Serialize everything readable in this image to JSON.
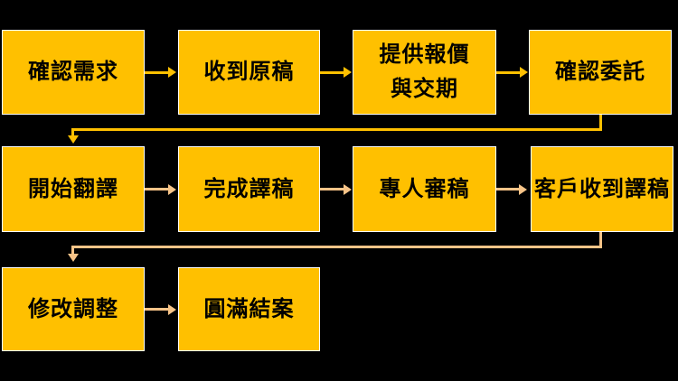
{
  "flowchart": {
    "nodes": [
      {
        "id": "confirm-requirements",
        "label": "確認需求"
      },
      {
        "id": "receive-original",
        "label": "收到原稿"
      },
      {
        "id": "provide-quote-delivery",
        "label": "提供報價\n與交期"
      },
      {
        "id": "confirm-commission",
        "label": "確認委託"
      },
      {
        "id": "start-translation",
        "label": "開始翻譯"
      },
      {
        "id": "complete-draft",
        "label": "完成譯稿"
      },
      {
        "id": "expert-review",
        "label": "專人審稿"
      },
      {
        "id": "client-receives-draft",
        "label": "客戶收到譯稿"
      },
      {
        "id": "revise-adjust",
        "label": "修改調整"
      },
      {
        "id": "successful-closure",
        "label": "圓滿結案"
      }
    ],
    "edges": [
      {
        "from": "confirm-requirements",
        "to": "receive-original"
      },
      {
        "from": "receive-original",
        "to": "provide-quote-delivery"
      },
      {
        "from": "provide-quote-delivery",
        "to": "confirm-commission"
      },
      {
        "from": "confirm-commission",
        "to": "start-translation"
      },
      {
        "from": "start-translation",
        "to": "complete-draft"
      },
      {
        "from": "complete-draft",
        "to": "expert-review"
      },
      {
        "from": "expert-review",
        "to": "client-receives-draft"
      },
      {
        "from": "client-receives-draft",
        "to": "revise-adjust"
      },
      {
        "from": "revise-adjust",
        "to": "successful-closure"
      }
    ]
  },
  "colors": {
    "background": "#000000",
    "box_fill": "#FFC000",
    "box_border": "#FFFFFF",
    "arrow_primary": "#FFC000",
    "arrow_secondary": "#F7C488",
    "text": "#000000"
  }
}
